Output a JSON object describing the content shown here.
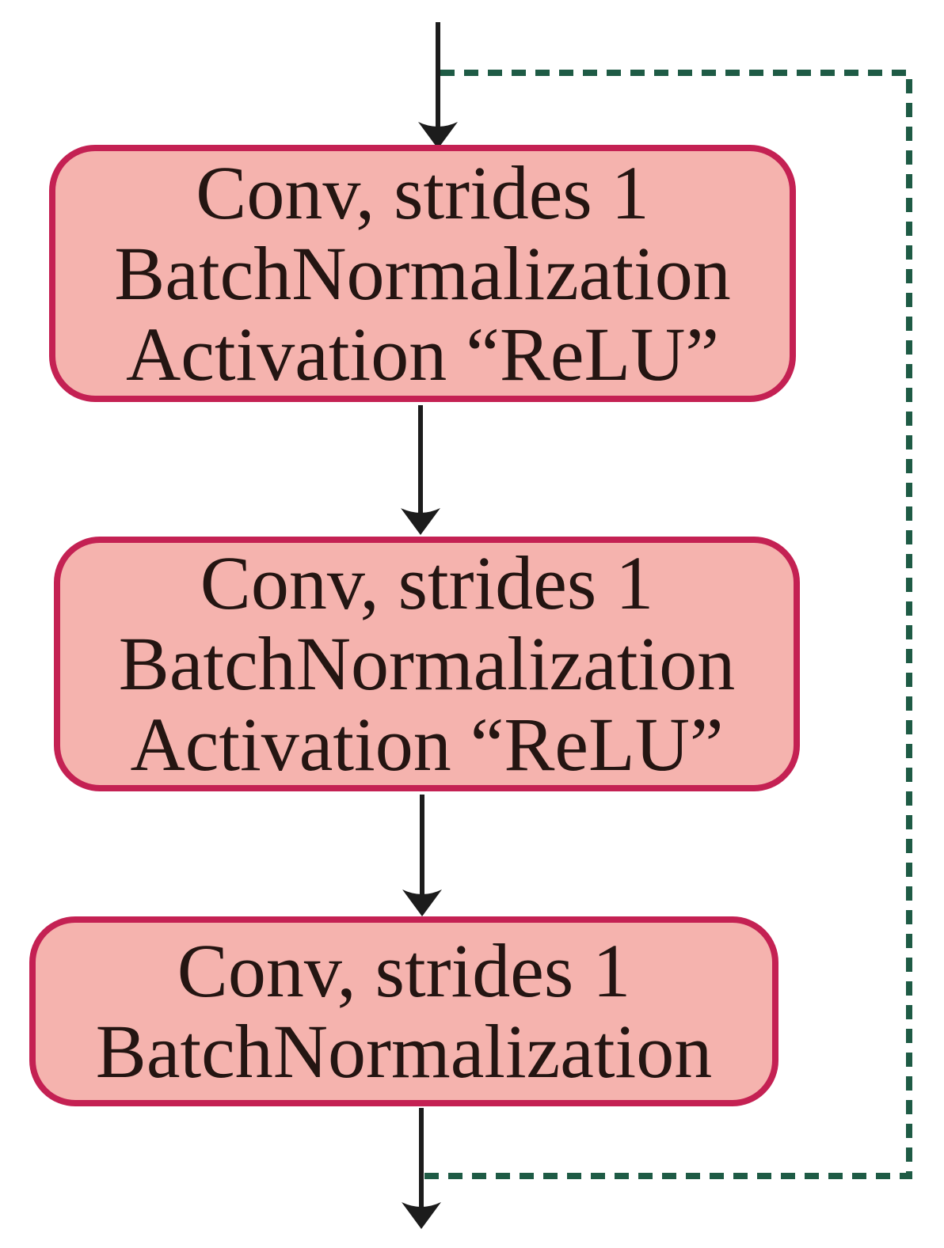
{
  "colors": {
    "background": "#ffffff",
    "node_fill": "#f5b3ae",
    "node_border": "#c42153",
    "text": "#241512",
    "arrow": "#1c1c1c",
    "skip_line": "#1e5b45"
  },
  "diagram": {
    "nodes": [
      {
        "lines": [
          "Conv, strides 1",
          "BatchNormalization",
          "Activation “ReLU”"
        ]
      },
      {
        "lines": [
          "Conv, strides 1",
          "BatchNormalization",
          "Activation “ReLU”"
        ]
      },
      {
        "lines": [
          "Conv, strides 1",
          "BatchNormalization"
        ]
      }
    ]
  }
}
